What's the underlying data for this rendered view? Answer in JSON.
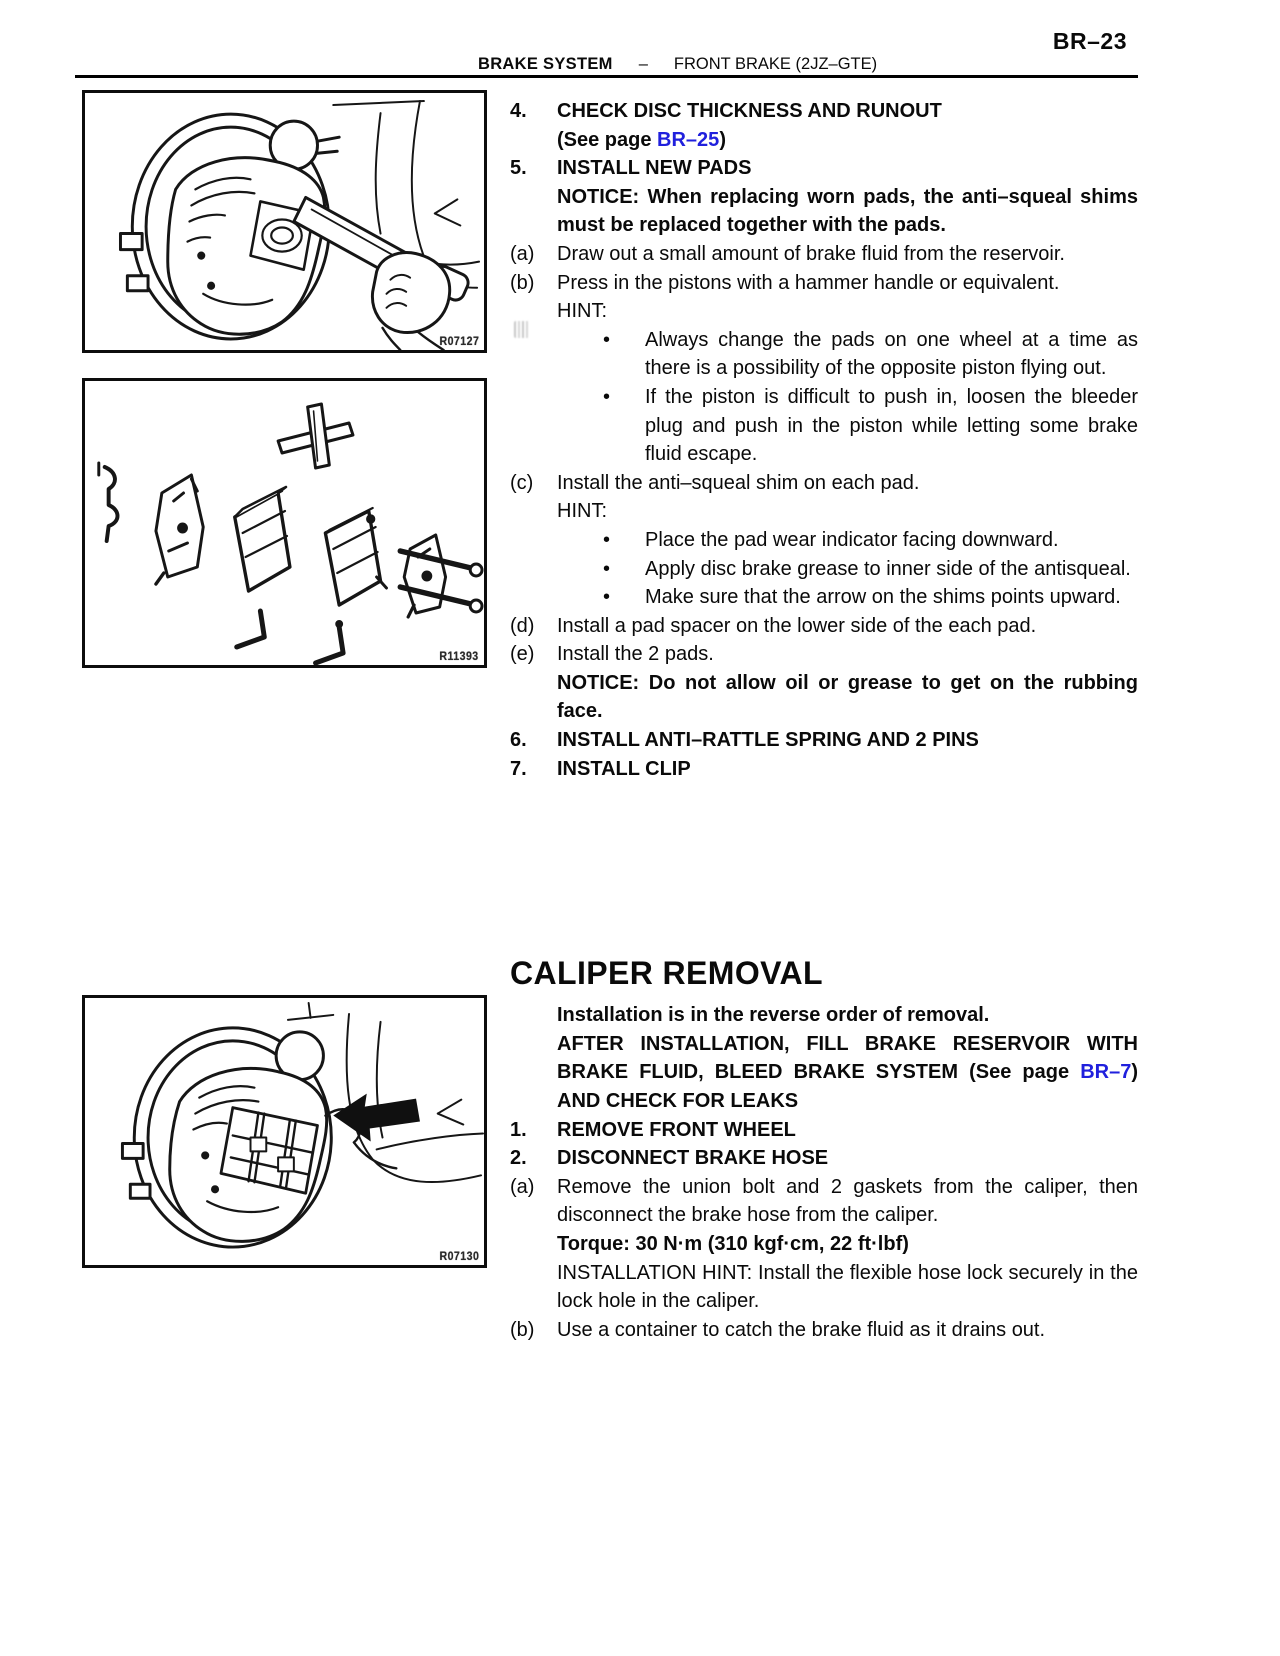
{
  "colors": {
    "link": "#2020dd",
    "ink": "#0a0a0a"
  },
  "page": {
    "number": "BR–23",
    "header_bold": "BRAKE SYSTEM",
    "header_sep": "–",
    "header_regular": "FRONT BRAKE (2JZ–GTE)"
  },
  "figures": {
    "fig1_code": "R07127",
    "fig2_code": "R11393",
    "fig3_code": "R07130"
  },
  "pads": {
    "bullet": "•",
    "item4_num": "4.",
    "item4_title": "CHECK DISC THICKNESS AND RUNOUT",
    "see25_pre": "(See page ",
    "see25_link": "BR–25",
    "see25_post": ")",
    "item5_num": "5.",
    "item5_title": "INSTALL NEW PADS",
    "notice1": "NOTICE: When replacing worn pads, the anti–squeal shims must be replaced together with the pads.",
    "a_lbl": "(a)",
    "a_text": "Draw out a small amount of brake fluid from the reservoir.",
    "b_lbl": "(b)",
    "b_text": "Press in the pistons with a hammer handle or equivalent.",
    "hint1": "HINT:",
    "hint1_b1": "Always change the pads on one wheel at a time as there is a possibility of the opposite piston flying out.",
    "hint1_b2": "If the piston is difficult to push in, loosen the bleeder plug and push in the piston while letting some brake fluid escape.",
    "c_lbl": "(c)",
    "c_text": "Install the anti–squeal shim on each pad.",
    "hint2": "HINT:",
    "hint2_b1": "Place the pad wear indicator facing downward.",
    "hint2_b2": "Apply disc brake grease to inner side of the antisqueal.",
    "hint2_b3": "Make sure that the arrow on the shims points upward.",
    "d_lbl": "(d)",
    "d_text": "Install a pad spacer on the lower side of the each pad.",
    "e_lbl": "(e)",
    "e_text": "Install the 2 pads.",
    "notice2": "NOTICE: Do not allow oil or grease to get on the rubbing face.",
    "item6_num": "6.",
    "item6_title": "INSTALL ANTI–RATTLE SPRING AND 2 PINS",
    "item7_num": "7.",
    "item7_title": "INSTALL CLIP"
  },
  "caliper": {
    "heading": "CALIPER REMOVAL",
    "intro1": "Installation is in the reverse order of removal.",
    "intro2_pre": "AFTER INSTALLATION, FILL BRAKE RESERVOIR WITH BRAKE FLUID, BLEED BRAKE SYSTEM (See page ",
    "intro2_link": "BR–7",
    "intro2_post": ") AND CHECK FOR LEAKS",
    "item1_num": "1.",
    "item1_title": "REMOVE FRONT WHEEL",
    "item2_num": "2.",
    "item2_title": "DISCONNECT BRAKE HOSE",
    "a_lbl": "(a)",
    "a_text": "Remove the union bolt and 2 gaskets from the caliper, then disconnect the brake hose from the caliper.",
    "torque": "Torque: 30 N·m (310 kgf·cm, 22 ft·lbf)",
    "install_hint": "INSTALLATION HINT: Install the flexible hose lock securely in the lock hole in the caliper.",
    "b_lbl": "(b)",
    "b_text": "Use a container to catch the brake fluid as it drains out."
  }
}
